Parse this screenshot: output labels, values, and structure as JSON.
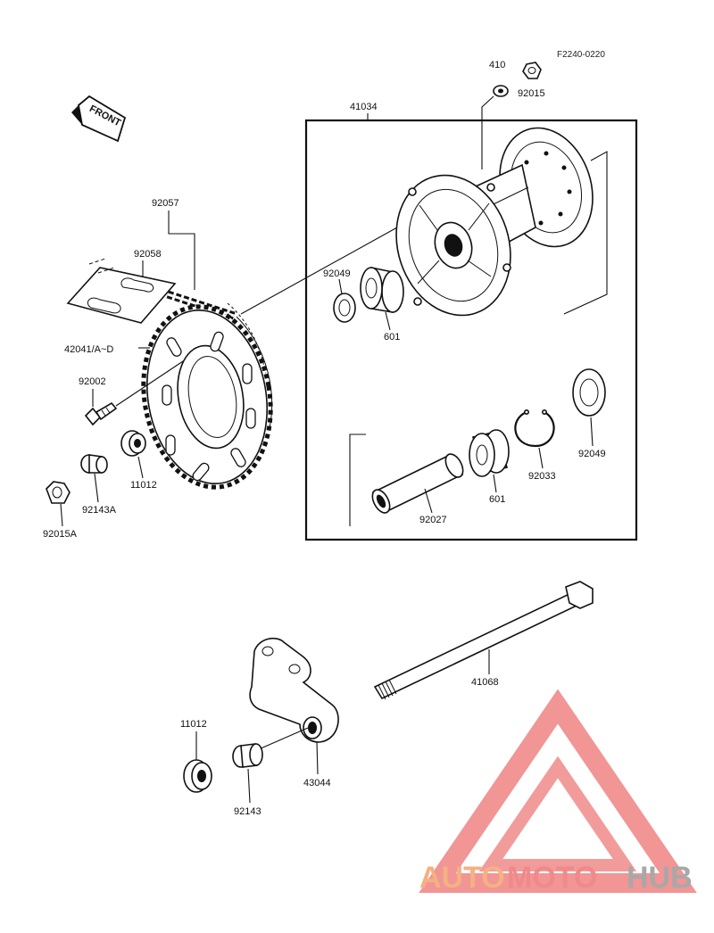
{
  "diagram_code": "F2240-0220",
  "front_label": "FRONT",
  "parts": {
    "p410": "410",
    "p92015": "92015",
    "p41034": "41034",
    "p92057": "92057",
    "p92058": "92058",
    "p42041": "42041/A~D",
    "p92002": "92002",
    "p92049_top": "92049",
    "p601_top": "601",
    "p11012_top": "11012",
    "p92143A": "92143A",
    "p92015A": "92015A",
    "p92033": "92033",
    "p92049_bottom": "92049",
    "p601_bottom": "601",
    "p92027": "92027",
    "p41068": "41068",
    "p11012_bottom": "11012",
    "p43044": "43044",
    "p92143": "92143"
  },
  "watermark": {
    "part1": "AUTO",
    "part2": "MOTO",
    "part3": "HUB",
    "color1": "#f4b183",
    "color2": "#f08a8a",
    "color3": "#b0b0b0"
  }
}
